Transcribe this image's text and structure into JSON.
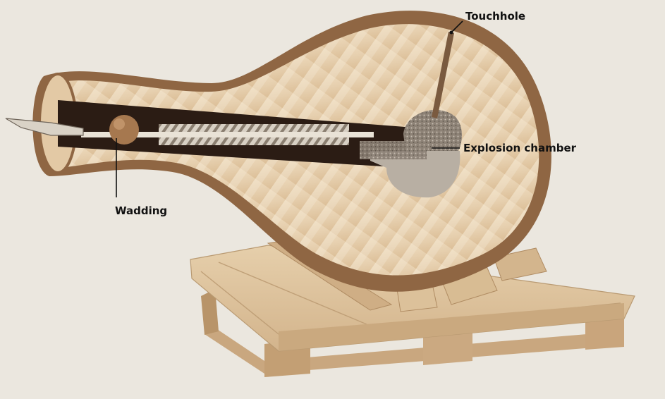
{
  "labels": {
    "touchhole": "Touchhole",
    "explosion_chamber": "Explosion chamber",
    "wadding": "Wadding"
  },
  "colors": {
    "background": "#ebe7df",
    "wood_light": "#e9d3b6",
    "wood_mid": "#d7b690",
    "wood_dark": "#9a6b45",
    "bark_edge": "#7b5637",
    "bore_dark": "#2b1c14",
    "powder": "#a59a8d",
    "pallet": "#dcc29d",
    "pallet_shadow": "#b08c63"
  }
}
